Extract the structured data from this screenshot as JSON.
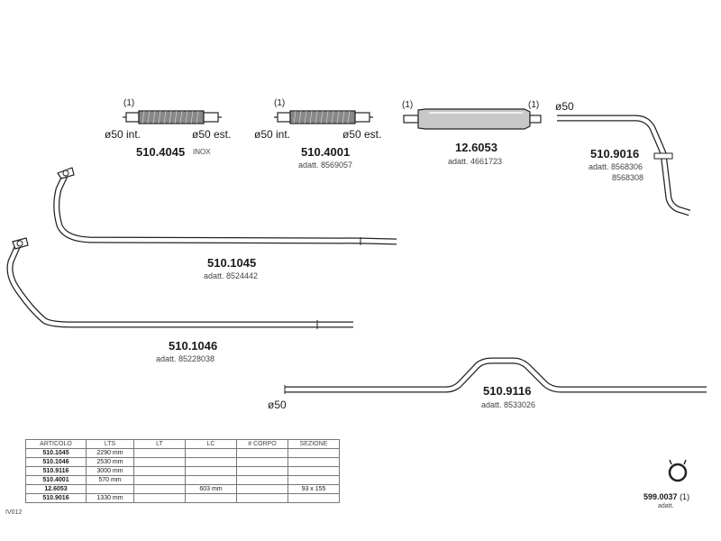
{
  "parts": {
    "p_510_4045": {
      "code": "510.4045",
      "note": "INOX",
      "ref": "(1)",
      "dia_int": "ø50  int.",
      "dia_est": "ø50  est."
    },
    "p_510_4001": {
      "code": "510.4001",
      "adatt": "adatt. 8569057",
      "ref": "(1)",
      "dia_int": "ø50  int.",
      "dia_est": "ø50  est."
    },
    "p_12_6053": {
      "code": "12.6053",
      "adatt": "adatt. 4661723",
      "ref_left": "(1)",
      "ref_right": "(1)"
    },
    "p_510_9016": {
      "code": "510.9016",
      "adatt": "adatt. 8568306",
      "adatt2": "8568308",
      "dia": "ø50"
    },
    "p_510_1045": {
      "code": "510.1045",
      "adatt": "adatt. 8524442"
    },
    "p_510_1046": {
      "code": "510.1046",
      "adatt": "adatt. 85228038"
    },
    "p_510_9116": {
      "code": "510.9116",
      "adatt": "adatt. 8533026",
      "dia": "ø50"
    },
    "p_599_0037": {
      "code": "599.0037",
      "ref": "(1)",
      "adatt": "adatt."
    }
  },
  "table": {
    "side_label": "IV012",
    "headers": [
      "ARTICOLO",
      "LTS",
      "LT",
      "LC",
      "# CORPO",
      "SEZIONE"
    ],
    "rows": [
      [
        "510.1045",
        "2290 mm",
        "",
        "",
        "",
        ""
      ],
      [
        "510.1046",
        "2530 mm",
        "",
        "",
        "",
        ""
      ],
      [
        "510.9116",
        "3000 mm",
        "",
        "",
        "",
        ""
      ],
      [
        "510.4001",
        "570 mm",
        "",
        "",
        "",
        ""
      ],
      [
        "12.6053",
        "",
        "",
        "603 mm",
        "",
        "93 x 155"
      ],
      [
        "510.9016",
        "1330 mm",
        "",
        "",
        "",
        ""
      ]
    ]
  }
}
